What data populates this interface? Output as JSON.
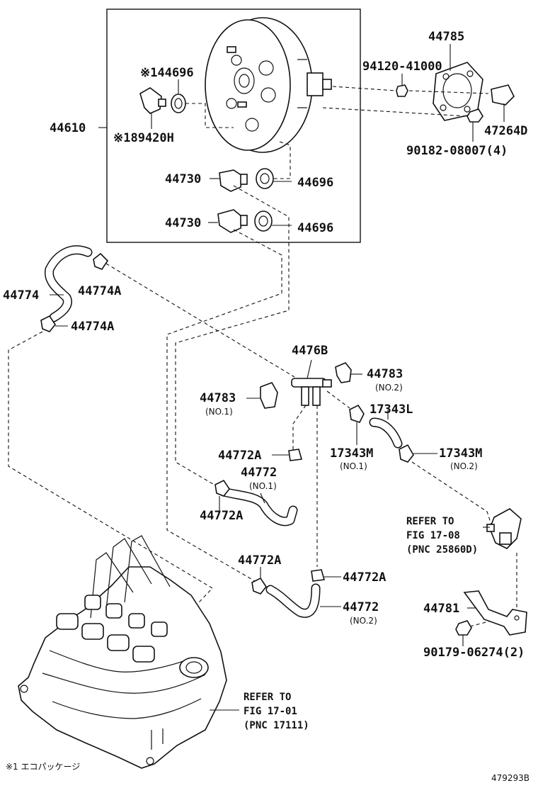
{
  "labels": {
    "p44785": "44785",
    "p94120": "94120-41000",
    "p44696_note": "※144696",
    "p44610": "44610",
    "p89420": "※189420H",
    "p47264": "47264D",
    "p90182": "90182-08007(4)",
    "p44730_a": "44730",
    "p44696_a": "44696",
    "p44730_b": "44730",
    "p44696_b": "44696",
    "p44774": "44774",
    "p44774A_a": "44774A",
    "p44774A_b": "44774A",
    "p4476B": "4476B",
    "p44783_a": "44783",
    "p44783_a_sub": "(NO.2)",
    "p44783_b": "44783",
    "p44783_b_sub": "(NO.1)",
    "p17343L": "17343L",
    "p17343M_a": "17343M",
    "p17343M_a_sub": "(NO.1)",
    "p17343M_b": "17343M",
    "p17343M_b_sub": "(NO.2)",
    "p44772A_a": "44772A",
    "p44772_a": "44772",
    "p44772_a_sub": "(NO.1)",
    "p44772A_b": "44772A",
    "p44772A_c": "44772A",
    "p44772A_d": "44772A",
    "p44772_b": "44772",
    "p44772_b_sub": "(NO.2)",
    "p44781": "44781",
    "p90179": "90179-06274(2)"
  },
  "refs": {
    "ref_vsv_1": "REFER TO",
    "ref_vsv_2": "FIG 17-08",
    "ref_vsv_3": "(PNC 25860D)",
    "ref_manifold_1": "REFER TO",
    "ref_manifold_2": "FIG 17-01",
    "ref_manifold_3": "(PNC 17111)"
  },
  "footnote": "※1 エコパッケージ",
  "diagram_id": "479293B"
}
